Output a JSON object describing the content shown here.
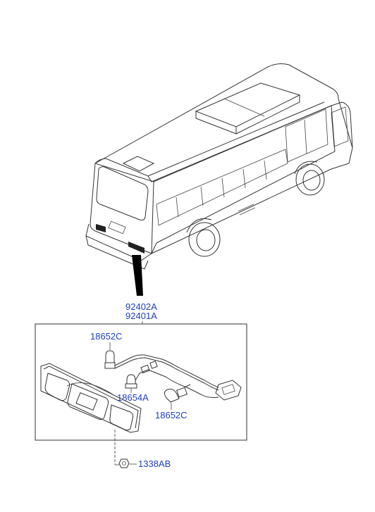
{
  "part_labels": {
    "assembly_a": "92402A",
    "assembly_b": "92401A",
    "bulb_socket_top": "18652C",
    "socket_mid": "18654A",
    "bulb_socket_right": "18652C",
    "screw": "1338AB"
  }
}
